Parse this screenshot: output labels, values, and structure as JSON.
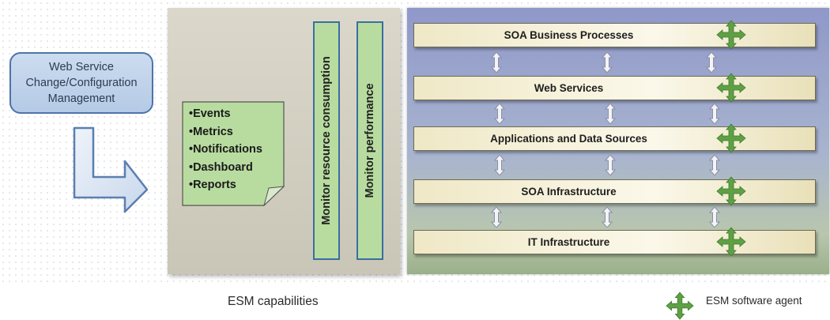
{
  "web_service_box": {
    "label": "Web Service\nChange/Configuration\nManagement"
  },
  "esm_panel": {
    "list": [
      "•Events",
      "•Metrics",
      "•Notifications",
      "•Dashboard",
      "•Reports"
    ],
    "monitor_resource": "Monitor resource consumption",
    "monitor_performance": "Monitor performance"
  },
  "layers": [
    "SOA Business Processes",
    "Web Services",
    "Applications and Data Sources",
    "SOA Infrastructure",
    "IT Infrastructure"
  ],
  "captions": {
    "esm_capabilities": "ESM capabilities",
    "legend_agent": "ESM software agent"
  },
  "colors": {
    "note_green": "#b8dca0",
    "agent_green": "#5fa045",
    "box_blue": "#b4cae6"
  }
}
